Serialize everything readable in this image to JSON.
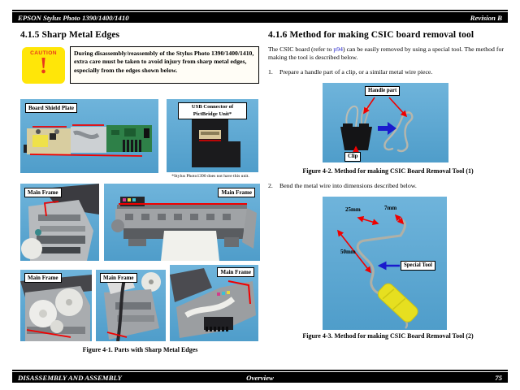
{
  "header": {
    "product": "EPSON Stylus Photo 1390/1400/1410",
    "revision": "Revision B"
  },
  "footer": {
    "section": "DISASSEMBLY AND ASSEMBLY",
    "chapter": "Overview",
    "page_number": "75"
  },
  "section_left": {
    "heading": "4.1.5  Sharp Metal Edges",
    "caution": {
      "badge": "CAUTION",
      "mark": "!",
      "text": "During disassembly/reassembly of the Stylus Photo 1390/1400/1410, extra care must be taken to avoid injury from sharp metal edges, especially from the edges shown below."
    },
    "labels": {
      "board_shield_plate": "Board Shield Plate",
      "usb_connector": "USB Connector of PictBridge Unit*",
      "main_frame": "Main Frame"
    },
    "usb_footnote": "*Stylus Photo1390 does not have this unit.",
    "figure_caption": "Figure 4-1.  Parts with Sharp Metal Edges"
  },
  "section_right": {
    "heading": "4.1.6  Method for making CSIC board removal tool",
    "intro": {
      "pre": "The CSIC board (refer to ",
      "link": "p94",
      "post": ") can be easily removed by using a special tool. The method for making the tool is described below."
    },
    "steps": [
      {
        "num": "1.",
        "text": "Prepare a handle part of a clip, or a similar metal wire piece."
      },
      {
        "num": "2.",
        "text": "Bend the metal wire into dimensions described below."
      }
    ],
    "figure2": {
      "handle_part_label": "Handle part",
      "clip_label": "Clip",
      "caption": "Figure 4-2.  Method for making CSIC Board Removal Tool (1)"
    },
    "figure3": {
      "dim_25mm": "25mm",
      "dim_7mm": "7mm",
      "dim_50mm": "50mm",
      "special_tool_label": "Special Tool",
      "caption": "Figure 4-3.  Method for making CSIC Board Removal Tool (2)"
    }
  },
  "colors": {
    "photo_background": "#5ea9d3",
    "caution_yellow": "#ffe608",
    "caution_red": "#e8391c",
    "edge_marking_red": "#f00000",
    "arrow_blue": "#1a1acd",
    "link_blue": "#2222cc"
  }
}
